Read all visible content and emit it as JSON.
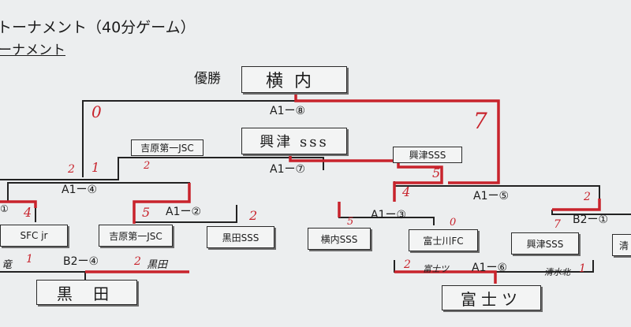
{
  "header": {
    "title": "トーナメント（40分ゲーム）",
    "subtitle": "ーナメント"
  },
  "champion": {
    "label": "優勝",
    "team": "横内"
  },
  "matches": {
    "final": "A1ー⑧",
    "semi_left": "A1ー⑦",
    "qf_left": "A1ー④",
    "r1_left": "A1ー②",
    "qf_right": "A1ー⑤",
    "r1_right": "A1ー③",
    "b2_right": "B2ー①",
    "b2_left": "B2ー④",
    "bottom_right": "A1ー⑥",
    "left_edge": "①"
  },
  "teams": {
    "finalist_top": "興津 sss",
    "yoshiwara_tag": "吉原第一JSC",
    "okitsu_tag": "興津SSS",
    "sfc": "SFC jr",
    "yoshiwara": "吉原第一JSC",
    "kuroda": "黒田SSS",
    "yokouchi": "横内SSS",
    "fujikawa": "富士川FC",
    "okitsu": "興津SSS",
    "shimizu_partial": "清",
    "b2_winner": "黒 田",
    "a16_winner": "富士ツ"
  },
  "scores": {
    "final_left": "0",
    "final_right": "7",
    "semi_left_a": "2",
    "semi_left_b": "1",
    "semi_yoshiwara": "2",
    "semi_okitsu": "5",
    "qf_left_a": "4",
    "qf_left_b": "5",
    "r1_kuroda": "2",
    "qf_right_a": "4",
    "qf_right_b": "2",
    "r1_yokouchi": "5",
    "r1_fujikawa": "0",
    "b2_okitsu": "7",
    "b2_left_a": "1",
    "b2_left_b": "2",
    "a16_left": "2",
    "a16_right": "1"
  },
  "handwritten_notes": {
    "b2_left_kuroda": "黒田",
    "b2_left_partial": "竜",
    "a16_fuji": "富士ツ",
    "a16_shimizu": "清水北"
  }
}
